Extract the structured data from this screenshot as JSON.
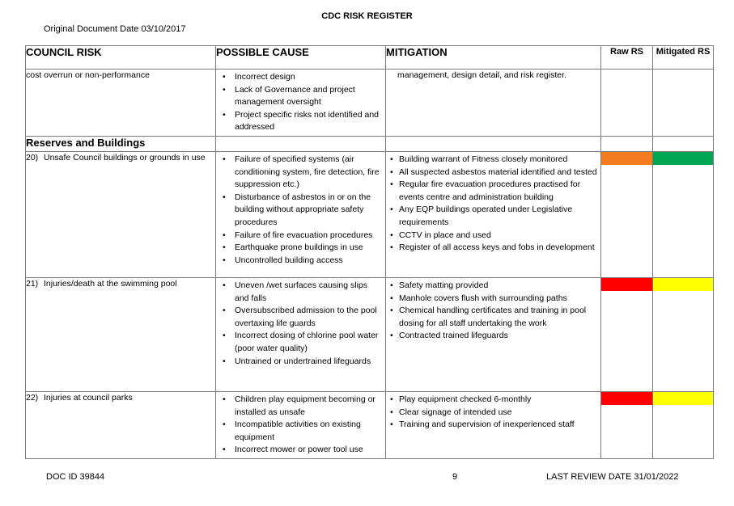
{
  "header": {
    "title": "CDC RISK REGISTER",
    "original_date": "Original Document Date 03/10/2017"
  },
  "columns": {
    "risk": "COUNCIL RISK",
    "cause": "POSSIBLE CAUSE",
    "mitigation": "MITIGATION",
    "raw": "Raw RS",
    "mitigated": "Mitigated RS"
  },
  "continued_row": {
    "risk": "cost overrun or non-performance",
    "causes": [
      "Incorrect design",
      "Lack of Governance and project management oversight",
      "Project specific risks not identified and addressed"
    ],
    "mitigation": "management, design detail, and risk register."
  },
  "section": {
    "title": "Reserves and Buildings"
  },
  "rows": [
    {
      "num": "20)",
      "risk": "Unsafe Council buildings or grounds in use",
      "causes": [
        "Failure of specified systems (air conditioning system, fire detection, fire suppression etc.)",
        "Disturbance of asbestos in or on the building without appropriate safety procedures",
        "Failure of fire evacuation procedures",
        "Earthquake prone buildings in use",
        "Uncontrolled building access"
      ],
      "mitigations": [
        "Building warrant of Fitness closely monitored",
        "All suspected asbestos material identified and tested",
        "Regular fire evacuation procedures practised for events centre and administration building",
        "Any EQP buildings operated under Legislative requirements",
        "CCTV in place and used",
        "Register of all access keys and fobs in development"
      ],
      "raw_color": "#f47b20",
      "mitigated_color": "#00a651"
    },
    {
      "num": "21)",
      "risk": "Injuries/death at the swimming pool",
      "causes": [
        "Uneven /wet surfaces causing slips and falls",
        "Oversubscribed admission to the pool overtaxing life guards",
        "Incorrect dosing of chlorine pool water (poor water quality)",
        "Untrained or undertrained lifeguards"
      ],
      "mitigations": [
        "Safety matting provided",
        "Manhole covers flush with surrounding paths",
        "Chemical handling certificates and training in pool dosing for all staff undertaking the work",
        "Contracted trained lifeguards"
      ],
      "raw_color": "#ff0000",
      "mitigated_color": "#ffff00"
    },
    {
      "num": "22)",
      "risk": "Injuries at council parks",
      "causes": [
        "Children play equipment becoming or installed as unsafe",
        "Incompatible activities on existing equipment",
        "Incorrect mower or power tool use"
      ],
      "mitigations": [
        "Play equipment checked 6-monthly",
        "Clear signage of intended use",
        "Training and supervision of inexperienced staff"
      ],
      "raw_color": "#ff0000",
      "mitigated_color": "#ffff00"
    }
  ],
  "footer": {
    "doc_id": "DOC ID  39844",
    "page": "9",
    "review_date": "LAST REVIEW DATE 31/01/2022"
  }
}
